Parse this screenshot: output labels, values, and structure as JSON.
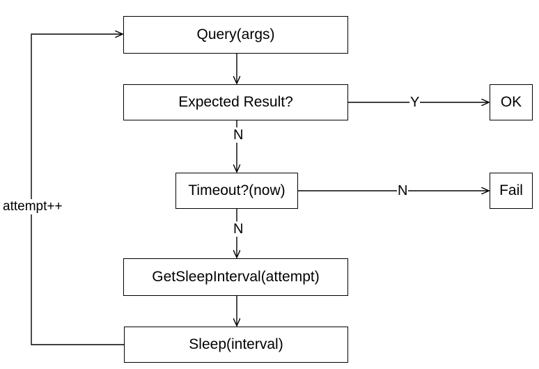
{
  "nodes": {
    "query": "Query(args)",
    "expected": "Expected Result?",
    "ok": "OK",
    "timeout": "Timeout?(now)",
    "fail": "Fail",
    "get_sleep": "GetSleepInterval(attempt)",
    "sleep": "Sleep(interval)"
  },
  "edges": {
    "expected_to_ok": "Y",
    "expected_to_timeout": "N",
    "timeout_to_fail": "N",
    "timeout_to_get_sleep": "N",
    "loop_back": "attempt++"
  }
}
